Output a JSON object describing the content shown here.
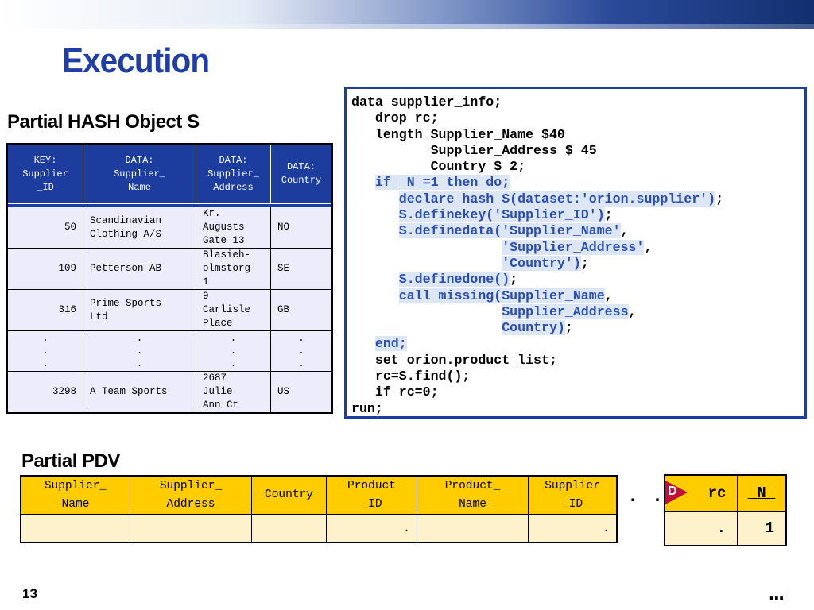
{
  "slide": {
    "title": "Execution",
    "page_number": "13",
    "more_indicator": "...",
    "mid_ellipsis": ". . ."
  },
  "hash_object": {
    "label": "Partial HASH Object S",
    "headers": [
      [
        "KEY:",
        "Supplier",
        "_ID"
      ],
      [
        "DATA:",
        "Supplier_",
        "Name"
      ],
      [
        "DATA:",
        "Supplier_",
        "Address"
      ],
      [
        "DATA:",
        "Country"
      ]
    ],
    "rows": [
      {
        "id": "50",
        "name": [
          "Scandinavian",
          "Clothing A/S"
        ],
        "address": [
          "Kr.",
          "Augusts",
          "Gate 13"
        ],
        "country": "NO"
      },
      {
        "id": "109",
        "name": [
          "Petterson AB"
        ],
        "address": [
          "Blasieh-",
          "olmstorg",
          "1"
        ],
        "country": "SE"
      },
      {
        "id": "316",
        "name": [
          "Prime Sports",
          "Ltd"
        ],
        "address": [
          "9",
          "Carlisle",
          "Place"
        ],
        "country": "GB"
      },
      {
        "id": "3298",
        "name": [
          "A Team Sports"
        ],
        "address": [
          "2687",
          "Julie",
          "Ann Ct"
        ],
        "country": "US"
      }
    ],
    "dots": ".\n.\n."
  },
  "code": {
    "lines": [
      [
        "data supplier_info;",
        ""
      ],
      [
        "   drop rc;",
        ""
      ],
      [
        "   length Supplier_Name $40",
        ""
      ],
      [
        "          Supplier_Address $ 45",
        ""
      ],
      [
        "          Country $ 2;",
        ""
      ],
      [
        "   ",
        "if _N_=1 then do;"
      ],
      [
        "      ",
        "declare hash S(dataset:'orion.supplier')",
        ";"
      ],
      [
        "      ",
        "S.definekey('Supplier_ID')",
        ";"
      ],
      [
        "      ",
        "S.definedata('Supplier_Name'",
        ","
      ],
      [
        "                   ",
        "'Supplier_Address'",
        ","
      ],
      [
        "                   ",
        "'Country')",
        ";"
      ],
      [
        "      ",
        "S.definedone()",
        ";"
      ],
      [
        "      ",
        "call missing(Supplier_Name",
        ","
      ],
      [
        "                   ",
        "Supplier_Address",
        ","
      ],
      [
        "                   ",
        "Country)",
        ";"
      ],
      [
        "   ",
        "end;"
      ],
      [
        "   set orion.product_list;",
        ""
      ],
      [
        "   rc=S.find();",
        ""
      ],
      [
        "   if rc=0;",
        ""
      ],
      [
        "run;",
        ""
      ]
    ]
  },
  "pdv": {
    "label": "Partial PDV",
    "headers": [
      [
        "Supplier_",
        "Name"
      ],
      [
        "Supplier_",
        "Address"
      ],
      [
        "Country"
      ],
      [
        "Product",
        "_ID"
      ],
      [
        "Product_",
        "Name"
      ],
      [
        "Supplier",
        "_ID"
      ]
    ],
    "values": [
      "",
      "",
      "",
      ".",
      "",
      "."
    ]
  },
  "rc_table": {
    "headers": [
      "rc",
      "_N_"
    ],
    "values": [
      ".",
      "1"
    ],
    "flag_label": "D"
  },
  "colors": {
    "title": "#1f3fa6",
    "hash_header": "#1c3d9e",
    "hash_cell": "#ececfa",
    "pdv_header": "#ffcc00",
    "pdv_cell": "#fdf2cc",
    "highlight": "#dce6f5",
    "flag": "#c0103a"
  }
}
